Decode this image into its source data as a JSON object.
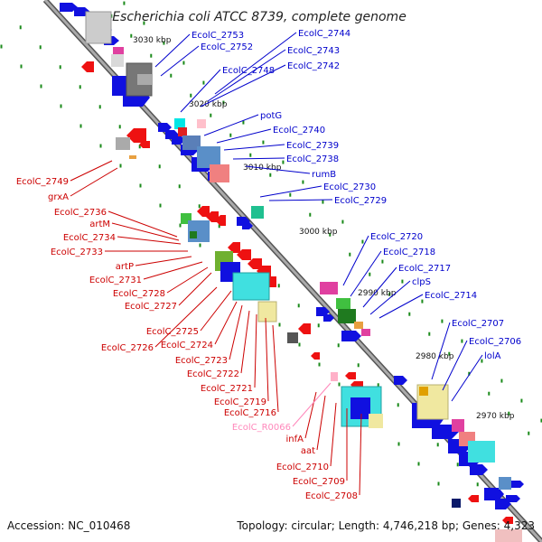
{
  "title": "Escherichia coli ATCC 8739, complete genome",
  "footer": {
    "accession": "Accession: NC_010468",
    "summary": "Topology: circular; Length: 4,746,218 bp; Genes: 4,323"
  },
  "kbp_ticks": [
    "3030 kbp",
    "3020 kbp",
    "3010 kbp",
    "3000 kbp",
    "2990 kbp",
    "2980 kbp",
    "2970 kbp"
  ],
  "colors": {
    "forward_label": "#0000cc",
    "reverse_label": "#cc0000",
    "rna_label": "#ff88bb",
    "backbone": "#888888",
    "tick_dot": "#1a8a1a"
  },
  "labels_forward": [
    "EcolC_2753",
    "EcolC_2752",
    "EcolC_2744",
    "EcolC_2743",
    "EcolC_2742",
    "EcolC_2748",
    "potG",
    "EcolC_2740",
    "EcolC_2739",
    "EcolC_2738",
    "rumB",
    "EcolC_2730",
    "EcolC_2729",
    "EcolC_2720",
    "EcolC_2718",
    "EcolC_2717",
    "clpS",
    "EcolC_2714",
    "EcolC_2707",
    "EcolC_2706",
    "lolA"
  ],
  "labels_reverse": [
    "EcolC_2749",
    "grxA",
    "EcolC_2736",
    "artM",
    "EcolC_2734",
    "EcolC_2733",
    "artP",
    "EcolC_2731",
    "EcolC_2728",
    "EcolC_2727",
    "EcolC_2725",
    "EcolC_2726",
    "EcolC_2724",
    "EcolC_2723",
    "EcolC_2722",
    "EcolC_2721",
    "EcolC_2719",
    "EcolC_2716",
    "infA",
    "aat",
    "EcolC_2710",
    "EcolC_2709",
    "EcolC_2708"
  ],
  "labels_rna": [
    "EcolC_R0066"
  ]
}
